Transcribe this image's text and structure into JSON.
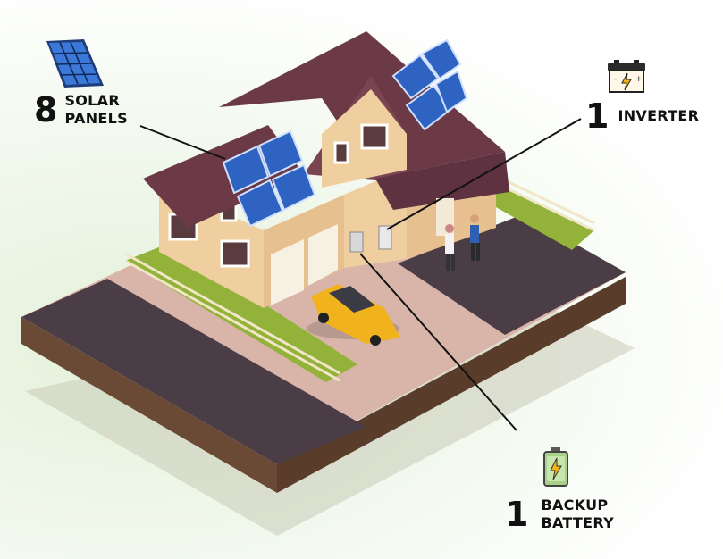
{
  "callouts": {
    "solar": {
      "count": "8",
      "label_line1": "SOLAR",
      "label_line2": "PANELS",
      "icon": "solar-panel-icon"
    },
    "inverter": {
      "count": "1",
      "label_line1": "INVERTER",
      "icon": "inverter-icon"
    },
    "battery": {
      "count": "1",
      "label_line1": "BACKUP",
      "label_line2": "BATTERY",
      "icon": "battery-icon"
    }
  },
  "colors": {
    "roof": "#6b3a46",
    "wall": "#efcf9f",
    "road": "#4a3d45",
    "ground_edge": "#6b4a35",
    "lawn": "#93b23a",
    "panel": "#2e63c2",
    "car": "#f1b31d",
    "leader_line": "#111111"
  }
}
